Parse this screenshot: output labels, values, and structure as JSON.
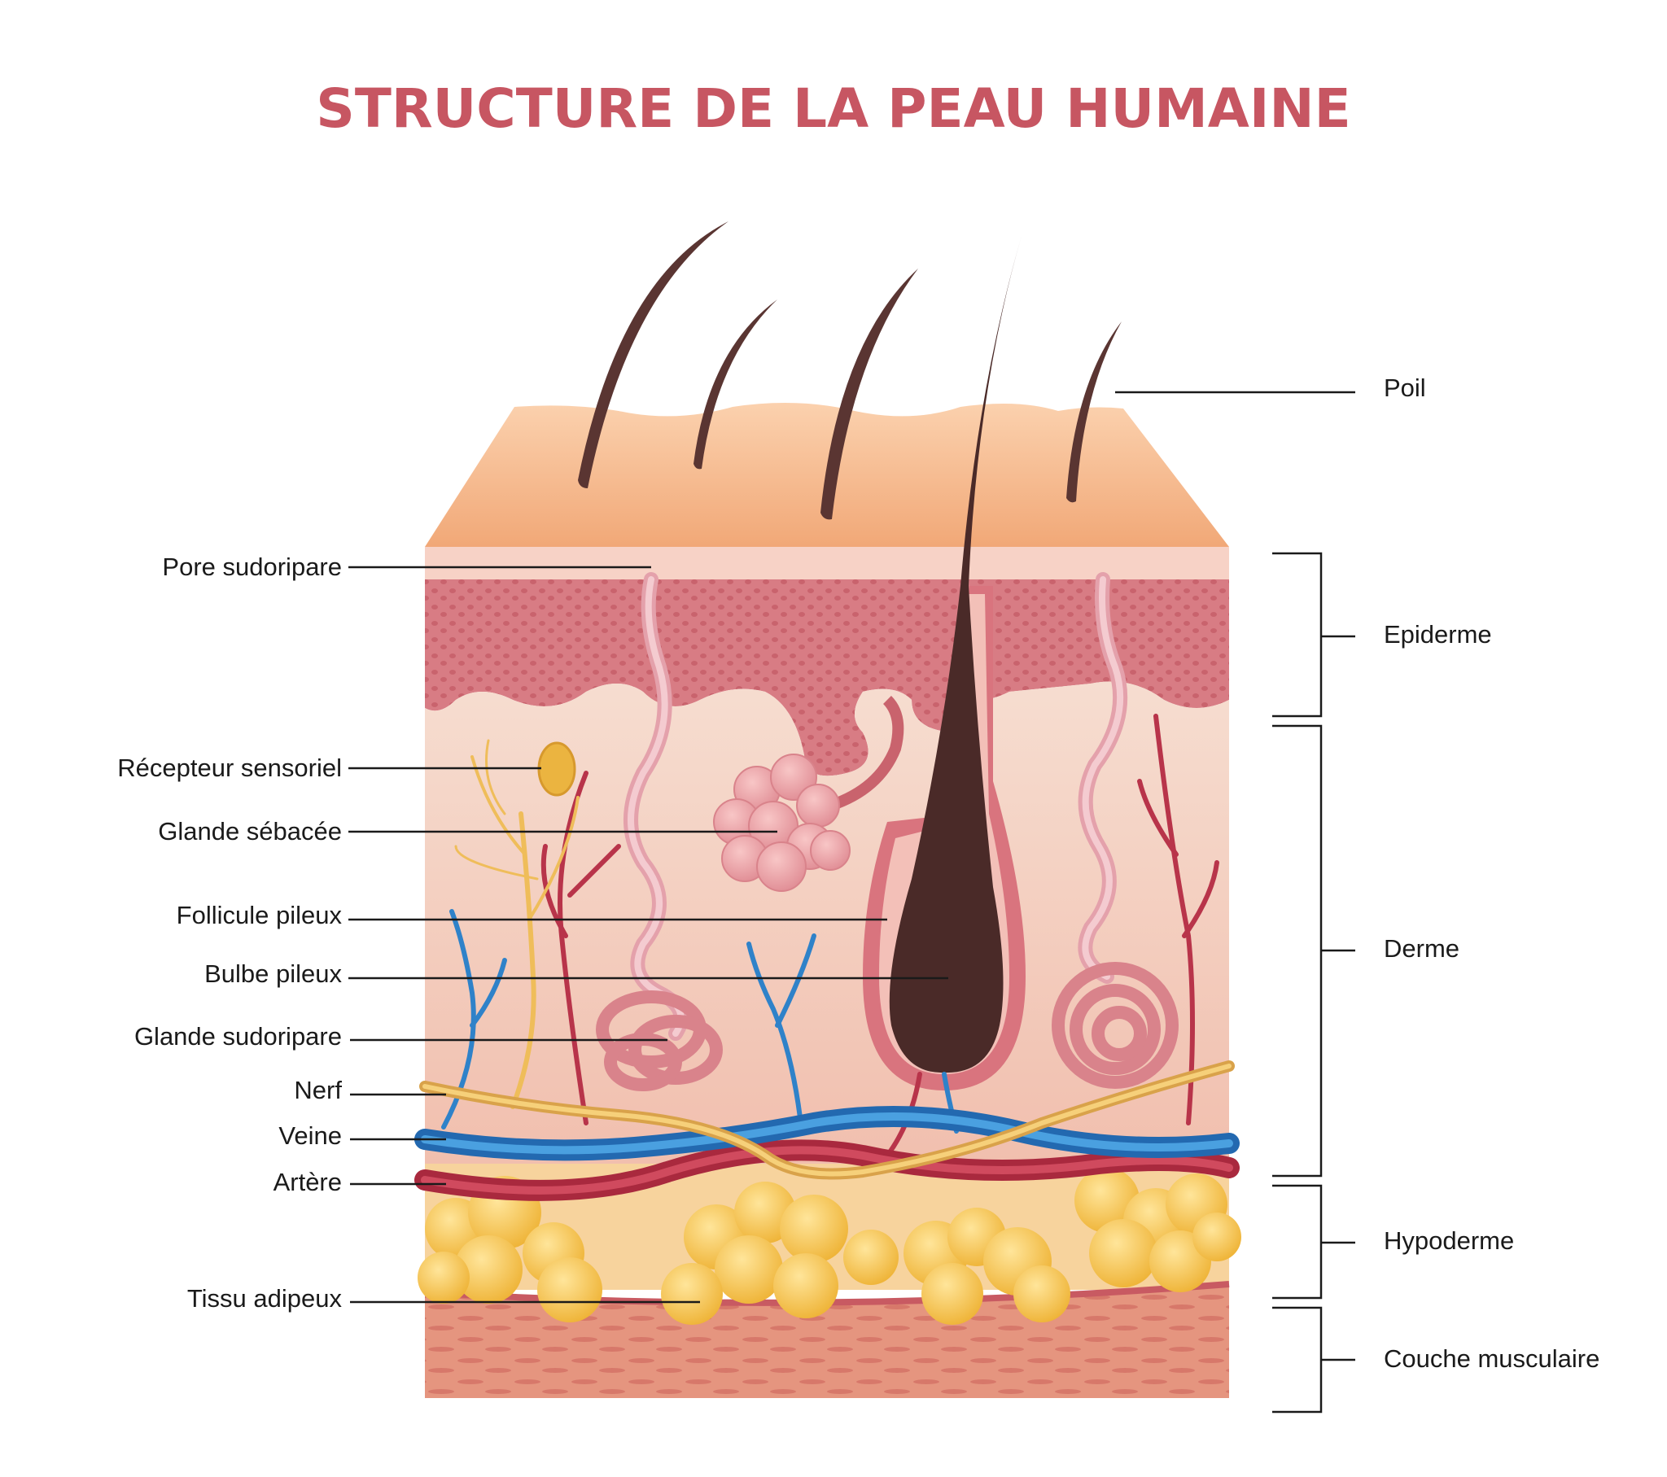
{
  "title": "STRUCTURE DE LA PEAU HUMAINE",
  "colors": {
    "title": "#c75662",
    "epidermis_top": "#f4b487",
    "epidermis": "#d97880",
    "dermis": "#f3c9b8",
    "hypodermis": "#f7d7a0",
    "muscle": "#e3907f",
    "vein": "#2f82c9",
    "artery": "#b8344a",
    "nerve": "#efbd5a",
    "hair": "#4a2a28",
    "fat": "#f5c144"
  },
  "left_labels": [
    {
      "id": "pore",
      "text": "Pore sudoripare"
    },
    {
      "id": "receptor",
      "text": "Récepteur sensoriel"
    },
    {
      "id": "sebaceous",
      "text": "Glande sébacée"
    },
    {
      "id": "follicle",
      "text": "Follicule pileux"
    },
    {
      "id": "bulb",
      "text": "Bulbe pileux"
    },
    {
      "id": "sweat-gland",
      "text": "Glande sudoripare"
    },
    {
      "id": "nerve",
      "text": "Nerf"
    },
    {
      "id": "vein",
      "text": "Veine"
    },
    {
      "id": "artery",
      "text": "Artère"
    },
    {
      "id": "adipose",
      "text": "Tissu adipeux"
    }
  ],
  "right_labels": [
    {
      "id": "hair",
      "text": "Poil"
    },
    {
      "id": "epidermis",
      "text": "Epiderme"
    },
    {
      "id": "dermis",
      "text": "Derme"
    },
    {
      "id": "hypodermis",
      "text": "Hypoderme"
    },
    {
      "id": "muscle",
      "text": "Couche musculaire"
    }
  ]
}
